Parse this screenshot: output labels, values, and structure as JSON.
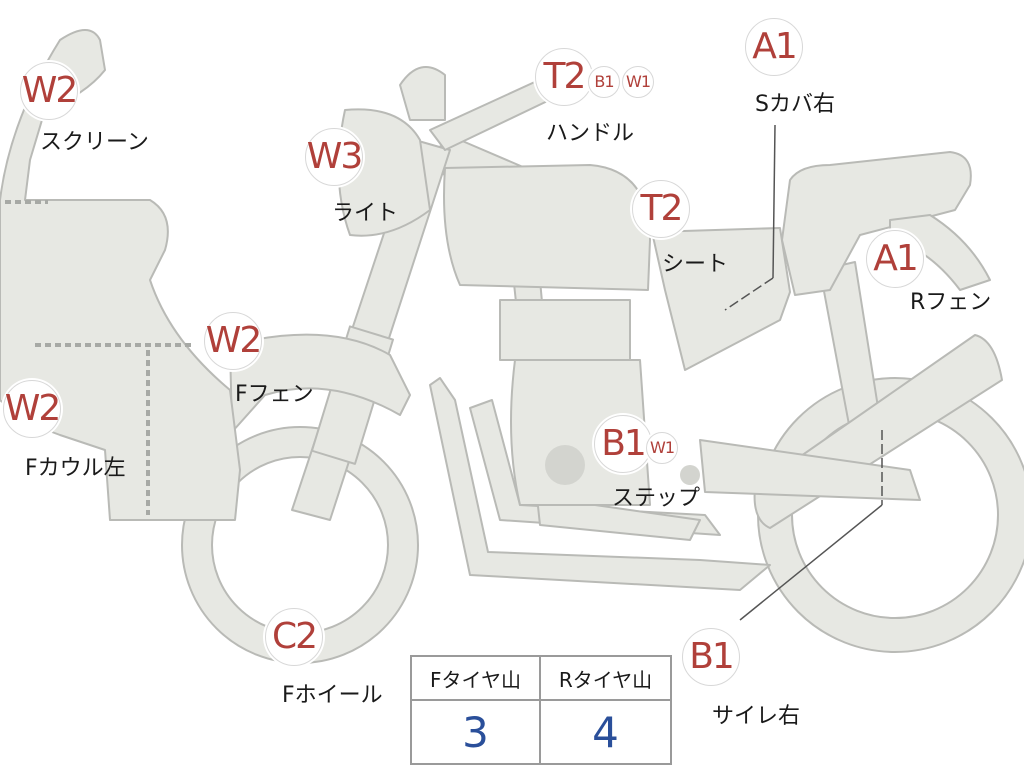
{
  "colors": {
    "body_fill": "#e7e8e3",
    "outline": "#b9bab6",
    "badge_text": "#b0403a",
    "value_text": "#2a4f9a"
  },
  "annotations": [
    {
      "id": "screen",
      "badges": [
        {
          "code": "W2"
        }
      ],
      "label": "スクリーン"
    },
    {
      "id": "light",
      "badges": [
        {
          "code": "W3"
        }
      ],
      "label": "ライト"
    },
    {
      "id": "handle",
      "badges": [
        {
          "code": "T2"
        },
        {
          "code": "B1"
        },
        {
          "code": "W1"
        }
      ],
      "label": "ハンドル"
    },
    {
      "id": "s-cover-right",
      "badges": [
        {
          "code": "A1"
        }
      ],
      "label": "Sカバ右"
    },
    {
      "id": "seat",
      "badges": [
        {
          "code": "T2"
        }
      ],
      "label": "シート"
    },
    {
      "id": "r-fender",
      "badges": [
        {
          "code": "A1"
        }
      ],
      "label": "Rフェン"
    },
    {
      "id": "f-fender",
      "badges": [
        {
          "code": "W2"
        }
      ],
      "label": "Fフェン"
    },
    {
      "id": "f-cowl-left",
      "badges": [
        {
          "code": "W2"
        }
      ],
      "label": "Fカウル左"
    },
    {
      "id": "step",
      "badges": [
        {
          "code": "B1"
        },
        {
          "code": "W1"
        }
      ],
      "label": "ステップ"
    },
    {
      "id": "f-wheel",
      "badges": [
        {
          "code": "C2"
        }
      ],
      "label": "Fホイール"
    },
    {
      "id": "silencer-right",
      "badges": [
        {
          "code": "B1"
        }
      ],
      "label": "サイレ右"
    }
  ],
  "tire_table": {
    "headers": [
      "Fタイヤ山",
      "Rタイヤ山"
    ],
    "values": [
      "3",
      "4"
    ]
  }
}
